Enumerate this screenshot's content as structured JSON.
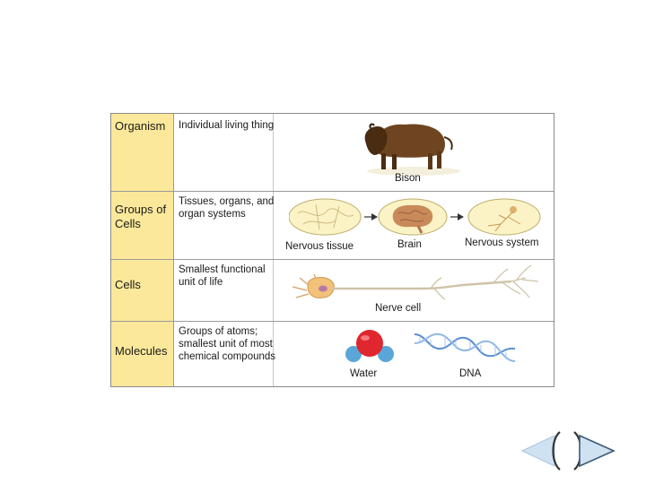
{
  "rows": [
    {
      "level": "Organism",
      "description": "Individual living thing",
      "captions": [
        "Bison"
      ]
    },
    {
      "level": "Groups of Cells",
      "description": "Tissues, organs, and organ systems",
      "captions": [
        "Nervous tissue",
        "Brain",
        "Nervous system"
      ]
    },
    {
      "level": "Cells",
      "description": "Smallest functional unit of life",
      "captions": [
        "Nerve cell"
      ]
    },
    {
      "level": "Molecules",
      "description": "Groups of atoms; smallest unit of most chemical compounds",
      "captions": [
        "Water",
        "DNA"
      ]
    }
  ],
  "icons": [
    "bison-image",
    "nervous-tissue-image",
    "brain-image",
    "nervous-system-image",
    "nerve-cell-image",
    "water-molecule-image",
    "dna-image",
    "previous-icon",
    "next-icon"
  ]
}
